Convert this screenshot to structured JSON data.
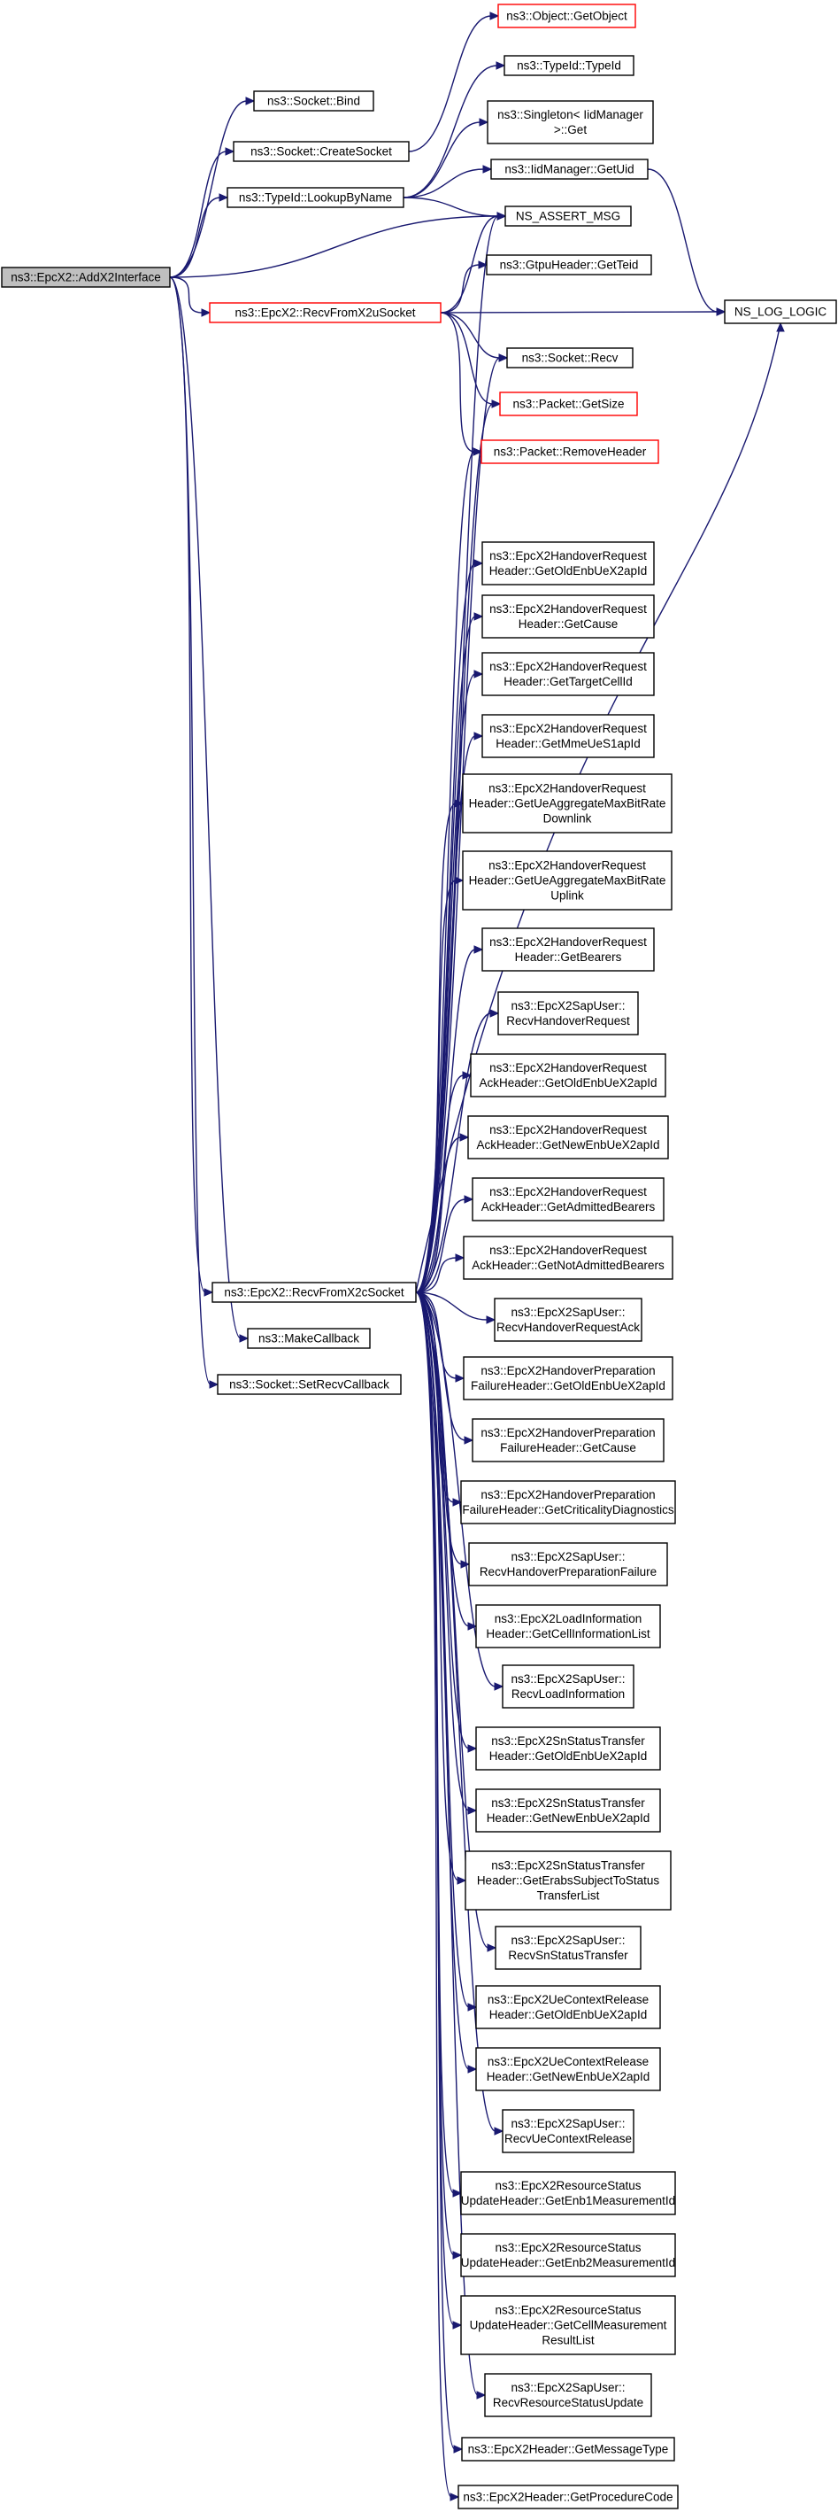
{
  "colors": {
    "edge": "#191970",
    "node_border": "#000000",
    "root_fill": "#bfbfbf",
    "highlight_border": "#ff0000",
    "node_fill": "#ffffff"
  },
  "nodes": [
    {
      "id": "root",
      "lines": [
        "ns3::EpcX2::AddX2Interface"
      ],
      "style": "root"
    },
    {
      "id": "bind",
      "lines": [
        "ns3::Socket::Bind"
      ],
      "style": "normal"
    },
    {
      "id": "createsocket",
      "lines": [
        "ns3::Socket::CreateSocket"
      ],
      "style": "normal"
    },
    {
      "id": "lookup",
      "lines": [
        "ns3::TypeId::LookupByName"
      ],
      "style": "normal"
    },
    {
      "id": "rfx2u",
      "lines": [
        "ns3::EpcX2::RecvFromX2uSocket"
      ],
      "style": "highlight"
    },
    {
      "id": "rfx2c",
      "lines": [
        "ns3::EpcX2::RecvFromX2cSocket"
      ],
      "style": "normal"
    },
    {
      "id": "makecb",
      "lines": [
        "ns3::MakeCallback"
      ],
      "style": "normal"
    },
    {
      "id": "setrecv",
      "lines": [
        "ns3::Socket::SetRecvCallback"
      ],
      "style": "normal"
    },
    {
      "id": "getobject",
      "lines": [
        "ns3::Object::GetObject"
      ],
      "style": "highlight"
    },
    {
      "id": "typeid",
      "lines": [
        "ns3::TypeId::TypeId"
      ],
      "style": "normal"
    },
    {
      "id": "singleton",
      "lines": [
        "ns3::Singleton< IidManager",
        ">::Get"
      ],
      "style": "normal"
    },
    {
      "id": "getuid",
      "lines": [
        "ns3::IidManager::GetUid"
      ],
      "style": "normal"
    },
    {
      "id": "assert",
      "lines": [
        "NS_ASSERT_MSG"
      ],
      "style": "normal"
    },
    {
      "id": "getteid",
      "lines": [
        "ns3::GtpuHeader::GetTeid"
      ],
      "style": "normal"
    },
    {
      "id": "loglogic",
      "lines": [
        "NS_LOG_LOGIC"
      ],
      "style": "normal"
    },
    {
      "id": "recv",
      "lines": [
        "ns3::Socket::Recv"
      ],
      "style": "normal"
    },
    {
      "id": "getsize",
      "lines": [
        "ns3::Packet::GetSize"
      ],
      "style": "highlight"
    },
    {
      "id": "removeheader",
      "lines": [
        "ns3::Packet::RemoveHeader"
      ],
      "style": "highlight"
    },
    {
      "id": "t1",
      "lines": [
        "ns3::EpcX2HandoverRequest",
        "Header::GetOldEnbUeX2apId"
      ],
      "style": "normal"
    },
    {
      "id": "t2",
      "lines": [
        "ns3::EpcX2HandoverRequest",
        "Header::GetCause"
      ],
      "style": "normal"
    },
    {
      "id": "t3",
      "lines": [
        "ns3::EpcX2HandoverRequest",
        "Header::GetTargetCellId"
      ],
      "style": "normal"
    },
    {
      "id": "t4",
      "lines": [
        "ns3::EpcX2HandoverRequest",
        "Header::GetMmeUeS1apId"
      ],
      "style": "normal"
    },
    {
      "id": "t5",
      "lines": [
        "ns3::EpcX2HandoverRequest",
        "Header::GetUeAggregateMaxBitRate",
        "Downlink"
      ],
      "style": "normal"
    },
    {
      "id": "t6",
      "lines": [
        "ns3::EpcX2HandoverRequest",
        "Header::GetUeAggregateMaxBitRate",
        "Uplink"
      ],
      "style": "normal"
    },
    {
      "id": "t7",
      "lines": [
        "ns3::EpcX2HandoverRequest",
        "Header::GetBearers"
      ],
      "style": "normal"
    },
    {
      "id": "t8",
      "lines": [
        "ns3::EpcX2SapUser::",
        "RecvHandoverRequest"
      ],
      "style": "normal"
    },
    {
      "id": "t9",
      "lines": [
        "ns3::EpcX2HandoverRequest",
        "AckHeader::GetOldEnbUeX2apId"
      ],
      "style": "normal"
    },
    {
      "id": "t10",
      "lines": [
        "ns3::EpcX2HandoverRequest",
        "AckHeader::GetNewEnbUeX2apId"
      ],
      "style": "normal"
    },
    {
      "id": "t11",
      "lines": [
        "ns3::EpcX2HandoverRequest",
        "AckHeader::GetAdmittedBearers"
      ],
      "style": "normal"
    },
    {
      "id": "t12",
      "lines": [
        "ns3::EpcX2HandoverRequest",
        "AckHeader::GetNotAdmittedBearers"
      ],
      "style": "normal"
    },
    {
      "id": "t13",
      "lines": [
        "ns3::EpcX2SapUser::",
        "RecvHandoverRequestAck"
      ],
      "style": "normal"
    },
    {
      "id": "t14",
      "lines": [
        "ns3::EpcX2HandoverPreparation",
        "FailureHeader::GetOldEnbUeX2apId"
      ],
      "style": "normal"
    },
    {
      "id": "t15",
      "lines": [
        "ns3::EpcX2HandoverPreparation",
        "FailureHeader::GetCause"
      ],
      "style": "normal"
    },
    {
      "id": "t16",
      "lines": [
        "ns3::EpcX2HandoverPreparation",
        "FailureHeader::GetCriticalityDiagnostics"
      ],
      "style": "normal"
    },
    {
      "id": "t17",
      "lines": [
        "ns3::EpcX2SapUser::",
        "RecvHandoverPreparationFailure"
      ],
      "style": "normal"
    },
    {
      "id": "t18",
      "lines": [
        "ns3::EpcX2LoadInformation",
        "Header::GetCellInformationList"
      ],
      "style": "normal"
    },
    {
      "id": "t19",
      "lines": [
        "ns3::EpcX2SapUser::",
        "RecvLoadInformation"
      ],
      "style": "normal"
    },
    {
      "id": "t20",
      "lines": [
        "ns3::EpcX2SnStatusTransfer",
        "Header::GetOldEnbUeX2apId"
      ],
      "style": "normal"
    },
    {
      "id": "t21",
      "lines": [
        "ns3::EpcX2SnStatusTransfer",
        "Header::GetNewEnbUeX2apId"
      ],
      "style": "normal"
    },
    {
      "id": "t22",
      "lines": [
        "ns3::EpcX2SnStatusTransfer",
        "Header::GetErabsSubjectToStatus",
        "TransferList"
      ],
      "style": "normal"
    },
    {
      "id": "t23",
      "lines": [
        "ns3::EpcX2SapUser::",
        "RecvSnStatusTransfer"
      ],
      "style": "normal"
    },
    {
      "id": "t24",
      "lines": [
        "ns3::EpcX2UeContextRelease",
        "Header::GetOldEnbUeX2apId"
      ],
      "style": "normal"
    },
    {
      "id": "t25",
      "lines": [
        "ns3::EpcX2UeContextRelease",
        "Header::GetNewEnbUeX2apId"
      ],
      "style": "normal"
    },
    {
      "id": "t26",
      "lines": [
        "ns3::EpcX2SapUser::",
        "RecvUeContextRelease"
      ],
      "style": "normal"
    },
    {
      "id": "t27",
      "lines": [
        "ns3::EpcX2ResourceStatus",
        "UpdateHeader::GetEnb1MeasurementId"
      ],
      "style": "normal"
    },
    {
      "id": "t28",
      "lines": [
        "ns3::EpcX2ResourceStatus",
        "UpdateHeader::GetEnb2MeasurementId"
      ],
      "style": "normal"
    },
    {
      "id": "t29",
      "lines": [
        "ns3::EpcX2ResourceStatus",
        "UpdateHeader::GetCellMeasurement",
        "ResultList"
      ],
      "style": "normal"
    },
    {
      "id": "t30",
      "lines": [
        "ns3::EpcX2SapUser::",
        "RecvResourceStatusUpdate"
      ],
      "style": "normal"
    },
    {
      "id": "t31",
      "lines": [
        "ns3::EpcX2Header::GetMessageType"
      ],
      "style": "normal"
    },
    {
      "id": "t32",
      "lines": [
        "ns3::EpcX2Header::GetProcedureCode"
      ],
      "style": "normal"
    }
  ],
  "edges": [
    [
      "root",
      "bind"
    ],
    [
      "root",
      "createsocket"
    ],
    [
      "root",
      "lookup"
    ],
    [
      "root",
      "assert"
    ],
    [
      "root",
      "rfx2u"
    ],
    [
      "root",
      "rfx2c"
    ],
    [
      "root",
      "makecb"
    ],
    [
      "root",
      "setrecv"
    ],
    [
      "createsocket",
      "getobject"
    ],
    [
      "lookup",
      "typeid"
    ],
    [
      "lookup",
      "singleton"
    ],
    [
      "lookup",
      "getuid"
    ],
    [
      "lookup",
      "assert"
    ],
    [
      "getuid",
      "loglogic"
    ],
    [
      "rfx2u",
      "assert"
    ],
    [
      "rfx2u",
      "getteid"
    ],
    [
      "rfx2u",
      "loglogic"
    ],
    [
      "rfx2u",
      "recv"
    ],
    [
      "rfx2u",
      "getsize"
    ],
    [
      "rfx2u",
      "removeheader"
    ],
    [
      "rfx2c",
      "assert"
    ],
    [
      "rfx2c",
      "loglogic"
    ],
    [
      "rfx2c",
      "recv"
    ],
    [
      "rfx2c",
      "getsize"
    ],
    [
      "rfx2c",
      "removeheader"
    ],
    [
      "rfx2c",
      "t1"
    ],
    [
      "rfx2c",
      "t2"
    ],
    [
      "rfx2c",
      "t3"
    ],
    [
      "rfx2c",
      "t4"
    ],
    [
      "rfx2c",
      "t5"
    ],
    [
      "rfx2c",
      "t6"
    ],
    [
      "rfx2c",
      "t7"
    ],
    [
      "rfx2c",
      "t8"
    ],
    [
      "rfx2c",
      "t9"
    ],
    [
      "rfx2c",
      "t10"
    ],
    [
      "rfx2c",
      "t11"
    ],
    [
      "rfx2c",
      "t12"
    ],
    [
      "rfx2c",
      "t13"
    ],
    [
      "rfx2c",
      "t14"
    ],
    [
      "rfx2c",
      "t15"
    ],
    [
      "rfx2c",
      "t16"
    ],
    [
      "rfx2c",
      "t17"
    ],
    [
      "rfx2c",
      "t18"
    ],
    [
      "rfx2c",
      "t19"
    ],
    [
      "rfx2c",
      "t20"
    ],
    [
      "rfx2c",
      "t21"
    ],
    [
      "rfx2c",
      "t22"
    ],
    [
      "rfx2c",
      "t23"
    ],
    [
      "rfx2c",
      "t24"
    ],
    [
      "rfx2c",
      "t25"
    ],
    [
      "rfx2c",
      "t26"
    ],
    [
      "rfx2c",
      "t27"
    ],
    [
      "rfx2c",
      "t28"
    ],
    [
      "rfx2c",
      "t29"
    ],
    [
      "rfx2c",
      "t30"
    ],
    [
      "rfx2c",
      "t31"
    ],
    [
      "rfx2c",
      "t32"
    ]
  ]
}
